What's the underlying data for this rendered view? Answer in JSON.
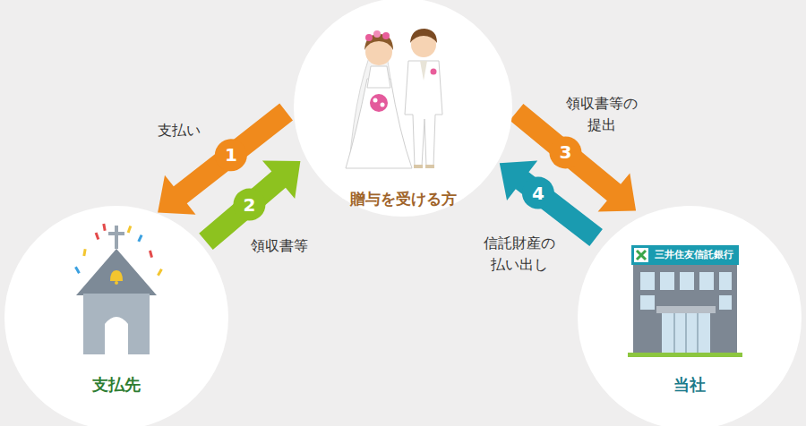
{
  "diagram": {
    "nodes": [
      {
        "text": [
          "贈与を受ける方"
        ]
      },
      {
        "text": [
          "支払先"
        ]
      },
      {
        "text": [
          "当社"
        ]
      }
    ],
    "edges": [
      {
        "from": 0,
        "to": 1,
        "arrow": "to",
        "label": "支払い"
      },
      {
        "from": 1,
        "to": 0,
        "arrow": "to",
        "label": "領収書等"
      },
      {
        "from": 0,
        "to": 2,
        "arrow": "to",
        "label": "領収書等の 提出"
      },
      {
        "from": 2,
        "to": 0,
        "arrow": "to",
        "label": "信託財産の 払い出し"
      }
    ],
    "labels": [
      "1",
      "2",
      "3",
      "4",
      "三井住友信託銀行"
    ]
  }
}
